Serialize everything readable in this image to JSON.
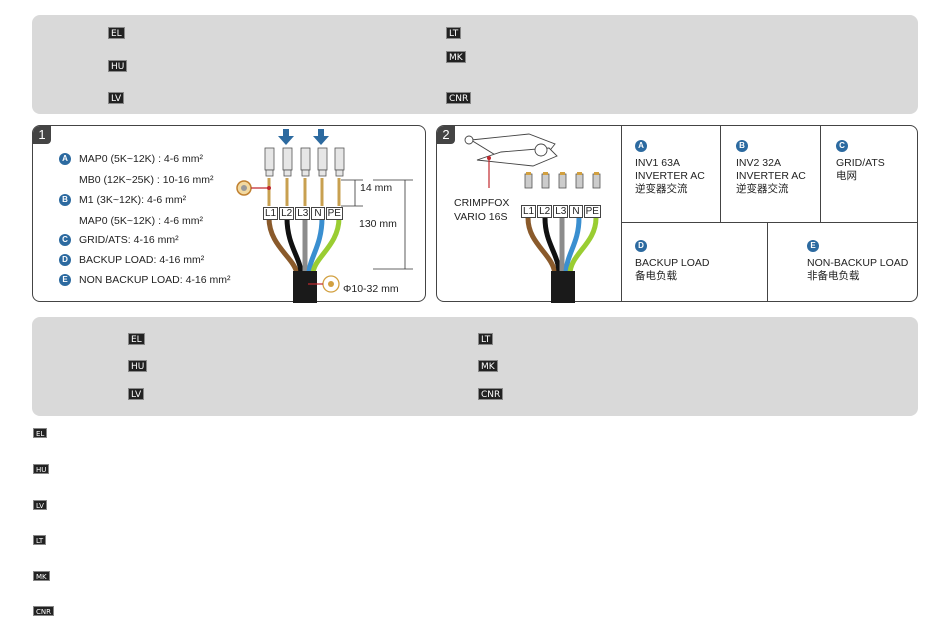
{
  "top_box": {
    "tags": [
      "EL",
      "HU",
      "LV",
      "LT",
      "MK",
      "CNR"
    ]
  },
  "panel1": {
    "number": "1",
    "specs": [
      {
        "badge": "A",
        "text": "MAP0 (5K~12K) : 4-6 mm²"
      },
      {
        "badge": "",
        "text": "MB0 (12K~25K) : 10-16 mm²"
      },
      {
        "badge": "B",
        "text": "M1 (3K~12K): 4-6 mm²"
      },
      {
        "badge": "",
        "text": "MAP0 (5K~12K) : 4-6 mm²"
      },
      {
        "badge": "C",
        "text": "GRID/ATS: 4-16 mm²"
      },
      {
        "badge": "D",
        "text": "BACKUP LOAD: 4-16 mm²"
      },
      {
        "badge": "E",
        "text": "NON BACKUP LOAD: 4-16 mm²"
      }
    ],
    "wire_labels": [
      "L1",
      "L2",
      "L3",
      "N",
      "PE"
    ],
    "dim_strip": "14 mm",
    "dim_length": "130 mm",
    "dim_diameter": "Φ10-32 mm"
  },
  "panel2": {
    "number": "2",
    "tool_label_1": "CRIMPFOX",
    "tool_label_2": "VARIO 16S",
    "wire_labels": [
      "L1",
      "L2",
      "L3",
      "N",
      "PE"
    ],
    "cells": [
      {
        "badge": "A",
        "lines": [
          "INV1 63A",
          "INVERTER AC",
          "逆变器交流"
        ]
      },
      {
        "badge": "B",
        "lines": [
          "INV2 32A",
          "INVERTER AC",
          "逆变器交流"
        ]
      },
      {
        "badge": "C",
        "lines": [
          "GRID/ATS",
          "电网"
        ]
      },
      {
        "badge": "D",
        "lines": [
          "BACKUP LOAD",
          "备电负载"
        ]
      },
      {
        "badge": "E",
        "lines": [
          "NON-BACKUP LOAD",
          "非备电负载"
        ]
      }
    ]
  },
  "mid_box": {
    "tags": [
      "EL",
      "HU",
      "LV",
      "LT",
      "MK",
      "CNR"
    ]
  },
  "bottom_tags": [
    "EL",
    "HU",
    "LV",
    "LT",
    "MK",
    "CNR"
  ],
  "colors": {
    "box_gray": "#d9d9d9",
    "badge_blue": "#2c6aa0",
    "arrow_blue": "#2c6aa0",
    "wire_brown": "#8a5a2b",
    "wire_black": "#111111",
    "wire_gray": "#8c8c8c",
    "wire_blue": "#3a8fd0",
    "wire_pe": "#9acd32"
  }
}
